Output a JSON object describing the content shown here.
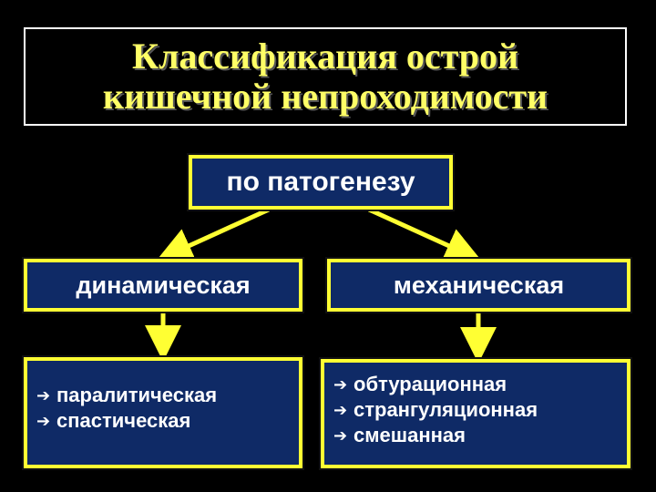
{
  "title": {
    "line1": "Классификация острой",
    "line2": "кишечной непроходимости"
  },
  "root": {
    "label": "по патогенезу"
  },
  "branches": {
    "dynamic": {
      "label": "динамическая",
      "items": [
        "паралитическая",
        "спастическая"
      ]
    },
    "mechanical": {
      "label": "механическая",
      "items": [
        "обтурационная",
        "странгуляционная",
        "смешанная"
      ]
    }
  },
  "icons": {
    "bullet": "arrow-right-icon"
  },
  "colors": {
    "background": "#000000",
    "box_fill": "#0f2a66",
    "box_border": "#ffff33",
    "title_text": "#ffff66",
    "connector": "#ffff33"
  }
}
